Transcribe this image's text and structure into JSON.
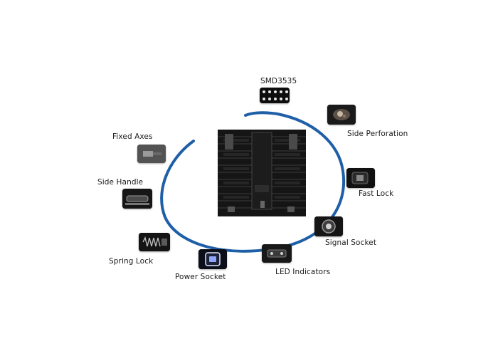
{
  "diagram": {
    "ring_color": "#1f5fa8",
    "labels": {
      "smd": "SMD3535",
      "side_perforation": "Side Perforation",
      "fast_lock": "Fast Lock",
      "signal_socket": "Signal Socket",
      "led_indicators": "LED Indicators",
      "power_socket": "Power Socket",
      "spring_lock": "Spring Lock",
      "side_handle": "Side Handle",
      "fixed_axes": "Fixed Axes"
    },
    "icons": [
      "led-module-icon",
      "perforation-icon",
      "lock-icon",
      "socket-icon",
      "indicator-icon",
      "power-icon",
      "spring-icon",
      "handle-icon",
      "axis-icon"
    ]
  }
}
